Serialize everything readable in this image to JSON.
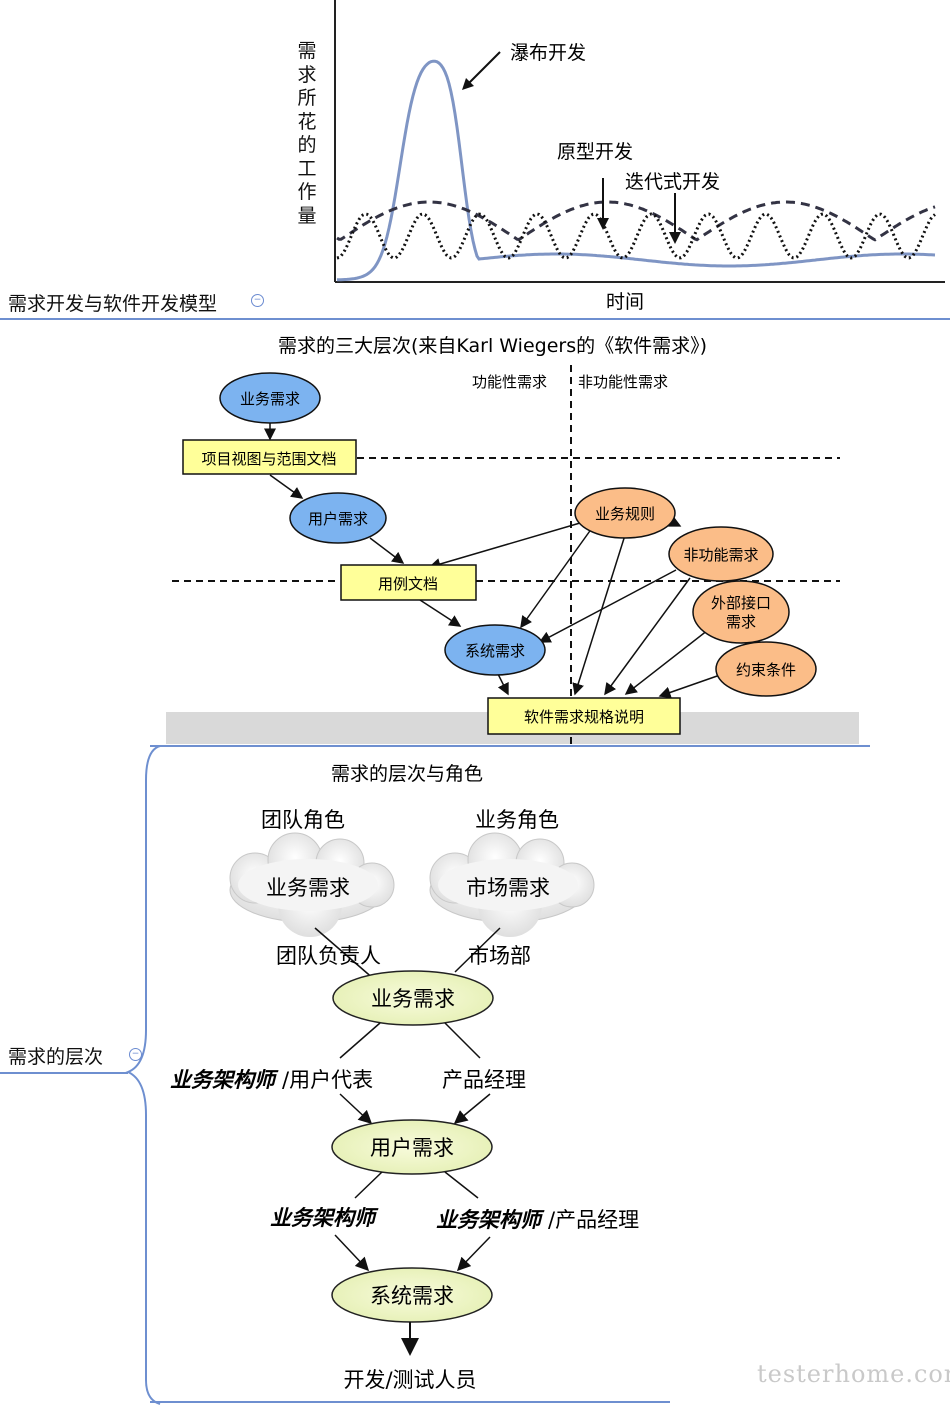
{
  "chart1": {
    "ylabel": "需求所花的工作量",
    "xlabel": "时间",
    "annot_waterfall": "瀑布开发",
    "annot_prototype": "原型开发",
    "annot_iterative": "迭代式开发"
  },
  "chart_data": {
    "type": "line",
    "series": [
      {
        "name": "瀑布开发",
        "style": "solid",
        "color": "#7f95c4"
      },
      {
        "name": "原型开发",
        "style": "dashed",
        "color": "#333344"
      },
      {
        "name": "迭代式开发",
        "style": "dotted",
        "color": "#111111"
      }
    ],
    "xlabel": "时间",
    "ylabel": "需求所花的工作量"
  },
  "mindmap": {
    "node1": "需求开发与软件开发模型",
    "node2": "需求的层次"
  },
  "diagram2": {
    "title": "需求的三大层次(来自Karl Wiegers的《软件需求》)",
    "functional": "功能性需求",
    "nonfunctional": "非功能性需求",
    "business_req": "业务需求",
    "vision_doc": "项目视图与范围文档",
    "user_req": "用户需求",
    "usecase_doc": "用例文档",
    "system_req": "系统需求",
    "srs": "软件需求规格说明",
    "business_rules": "业务规则",
    "nonfunc_req": "非功能需求",
    "external_if_1": "外部接口",
    "external_if_2": "需求",
    "constraints": "约束条件"
  },
  "diagram3": {
    "title": "需求的层次与角色",
    "team_roles": "团队角色",
    "business_roles": "业务角色",
    "cloud_business": "业务需求",
    "cloud_market": "市场需求",
    "team_lead": "团队负责人",
    "market_dept": "市场部",
    "ell_business": "业务需求",
    "architect_bold": "业务架构师",
    "user_rep": "/用户代表",
    "product_manager": "产品经理",
    "ell_user": "用户需求",
    "architect_bold2": "业务架构师",
    "architect_bold3": "业务架构师",
    "product_manager2": "/产品经理",
    "ell_system": "系统需求",
    "devtest": "开发/测试人员"
  },
  "watermark": "testerhome.com"
}
